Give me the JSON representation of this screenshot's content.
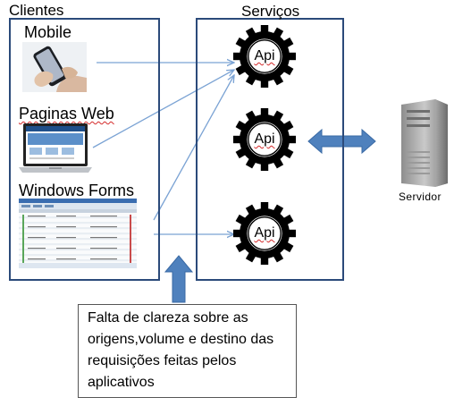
{
  "titles": {
    "clientes": "Clientes",
    "servicos": "Serviços"
  },
  "clients": {
    "mobile": "Mobile",
    "web": "Paginas Web",
    "windows": "Windows Forms"
  },
  "api_label": "Api",
  "server_label": "Servidor",
  "callout_text": "Falta de clareza sobre as origens,volume e destino das requisições feitas pelos aplicativos",
  "colors": {
    "box_border": "#2b4a7a",
    "arrow": "#4f81bd",
    "connector": "#7ba3d4",
    "spellcheck": "#d42a2a"
  }
}
